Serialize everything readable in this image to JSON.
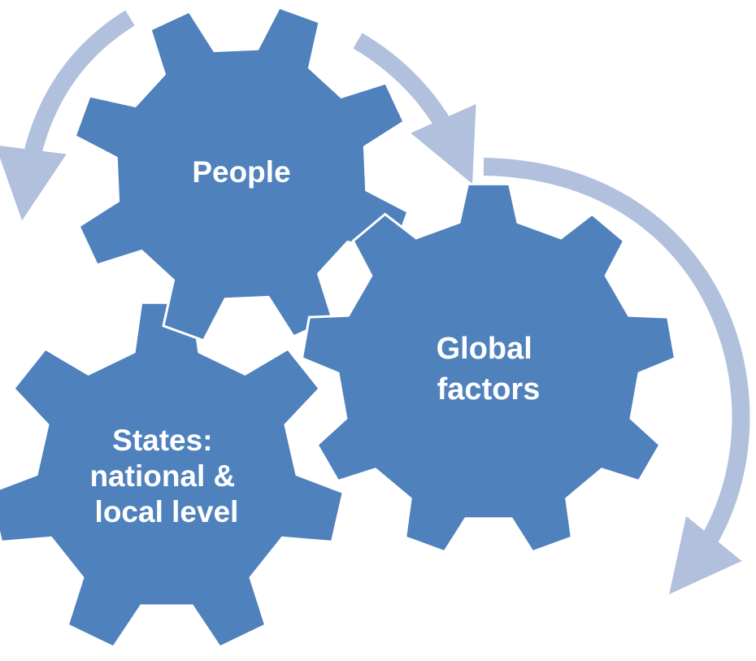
{
  "diagram": {
    "gear_color": "#4F81BD",
    "arrow_color": "#B0C0DD",
    "gears": [
      {
        "id": "people",
        "lines": [
          "People"
        ]
      },
      {
        "id": "global",
        "lines": [
          "Global",
          "factors"
        ]
      },
      {
        "id": "states",
        "lines": [
          "States:",
          "national &",
          "local level"
        ]
      }
    ]
  }
}
